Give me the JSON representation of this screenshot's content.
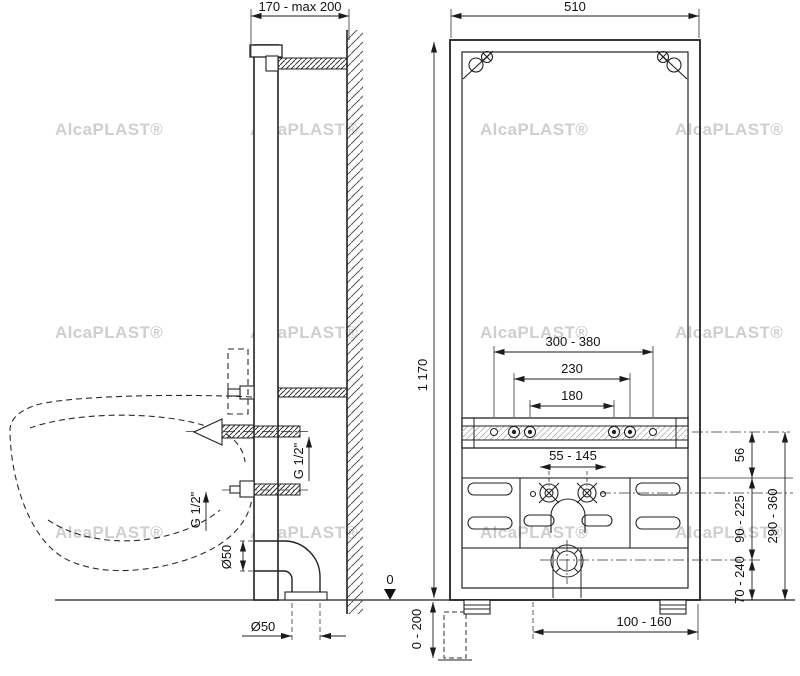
{
  "watermark": {
    "text": "AlcaPLAST®"
  },
  "left_view": {
    "dim_depth": "170 - max 200",
    "label_g12_upper": "G 1/2\"",
    "label_g12_lower": "G 1/2\"",
    "label_d50_side": "Ø50",
    "label_d50_bottom": "Ø50",
    "label_zero": "0",
    "dim_foot_range": "0 - 200"
  },
  "front_view": {
    "dim_width": "510",
    "dim_height": "1 170",
    "dim_bolt_range": "300 - 380",
    "dim_230": "230",
    "dim_180": "180",
    "dim_water_spacing": "55 - 145",
    "dim_56": "56",
    "dim_90_225": "90 - 225",
    "dim_70_240": "70 - 240",
    "dim_290_360": "290 - 360",
    "dim_100_160": "100 - 160"
  }
}
